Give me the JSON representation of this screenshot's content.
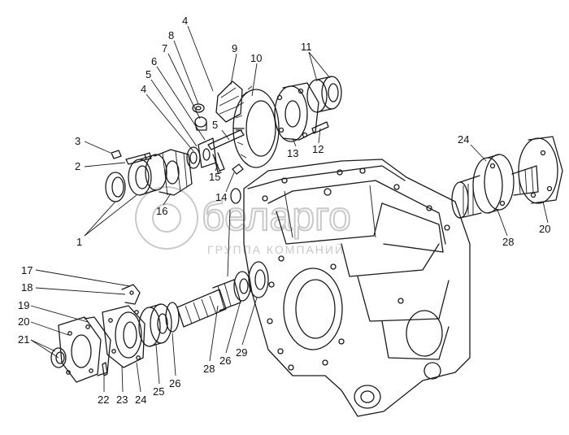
{
  "watermark": {
    "brand": "беларго",
    "subtitle": "ГРУППА КОМПАНИЙ"
  },
  "callouts": [
    {
      "id": "c4a",
      "text": "4"
    },
    {
      "id": "c8",
      "text": "8"
    },
    {
      "id": "c7",
      "text": "7"
    },
    {
      "id": "c9",
      "text": "9"
    },
    {
      "id": "c10",
      "text": "10"
    },
    {
      "id": "c11",
      "text": "11"
    },
    {
      "id": "c6",
      "text": "6"
    },
    {
      "id": "c5a",
      "text": "5"
    },
    {
      "id": "c4b",
      "text": "4"
    },
    {
      "id": "c5b",
      "text": "5"
    },
    {
      "id": "c3",
      "text": "3"
    },
    {
      "id": "c2",
      "text": "2"
    },
    {
      "id": "c13",
      "text": "13"
    },
    {
      "id": "c12",
      "text": "12"
    },
    {
      "id": "c15",
      "text": "15"
    },
    {
      "id": "c14",
      "text": "14"
    },
    {
      "id": "c16",
      "text": "16"
    },
    {
      "id": "c1",
      "text": "1"
    },
    {
      "id": "c24a",
      "text": "24"
    },
    {
      "id": "c28a",
      "text": "28"
    },
    {
      "id": "c20a",
      "text": "20"
    },
    {
      "id": "c17",
      "text": "17"
    },
    {
      "id": "c18",
      "text": "18"
    },
    {
      "id": "c19",
      "text": "19"
    },
    {
      "id": "c20b",
      "text": "20"
    },
    {
      "id": "c21",
      "text": "21"
    },
    {
      "id": "c22",
      "text": "22"
    },
    {
      "id": "c23",
      "text": "23"
    },
    {
      "id": "c24b",
      "text": "24"
    },
    {
      "id": "c25",
      "text": "25"
    },
    {
      "id": "c26a",
      "text": "26"
    },
    {
      "id": "c28b",
      "text": "28"
    },
    {
      "id": "c26b",
      "text": "26"
    },
    {
      "id": "c29",
      "text": "29"
    }
  ]
}
